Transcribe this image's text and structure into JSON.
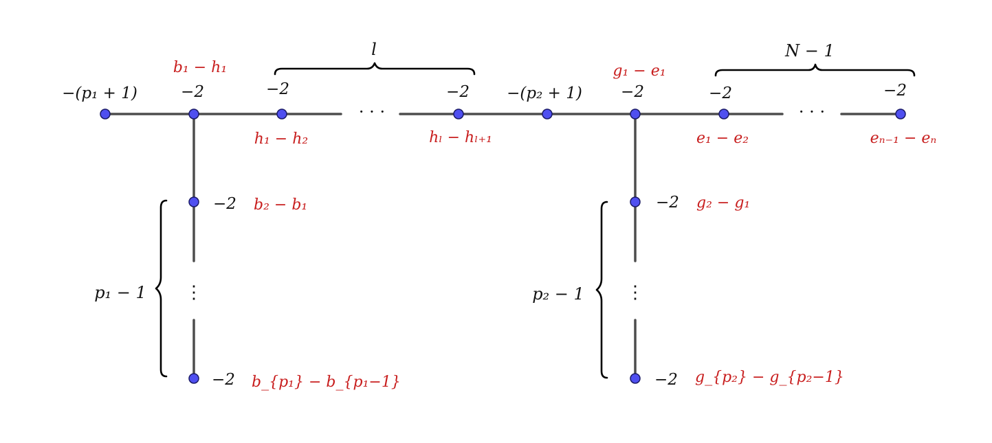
{
  "colors": {
    "node_fill": "#4f4ff0",
    "edge": "#4d4d4d",
    "label_red": "#c81e1e",
    "label_black": "#111111"
  },
  "nodes": {
    "n0": {
      "weight": "−(p₁ + 1)"
    },
    "n1": {
      "weight": "−2",
      "root": "b₁ − h₁"
    },
    "n2": {
      "weight": "−2",
      "root": "h₁ − h₂"
    },
    "n3": {
      "weight": "−2",
      "root": "hₗ − hₗ₊₁"
    },
    "n4": {
      "weight": "−(p₂ + 1)"
    },
    "n5": {
      "weight": "−2",
      "root": "g₁ − e₁"
    },
    "n6": {
      "weight": "−2",
      "root": "e₁ − e₂"
    },
    "n7": {
      "weight": "−2",
      "root": "eₙ₋₁ − eₙ"
    },
    "v1a": {
      "weight": "−2",
      "root": "b₂ − b₁"
    },
    "v1b": {
      "weight": "−2",
      "root": "b_{p₁} − b_{p₁−1}"
    },
    "v2a": {
      "weight": "−2",
      "root": "g₂ − g₁"
    },
    "v2b": {
      "weight": "−2",
      "root": "g_{p₂} − g_{p₂−1}"
    }
  },
  "braces": {
    "top_left": "l",
    "top_right": "N − 1",
    "left_chain": "p₁ − 1",
    "right_chain": "p₂ − 1"
  },
  "ellipsis": {
    "horizontal": "· · ·",
    "vertical": "⋮"
  }
}
